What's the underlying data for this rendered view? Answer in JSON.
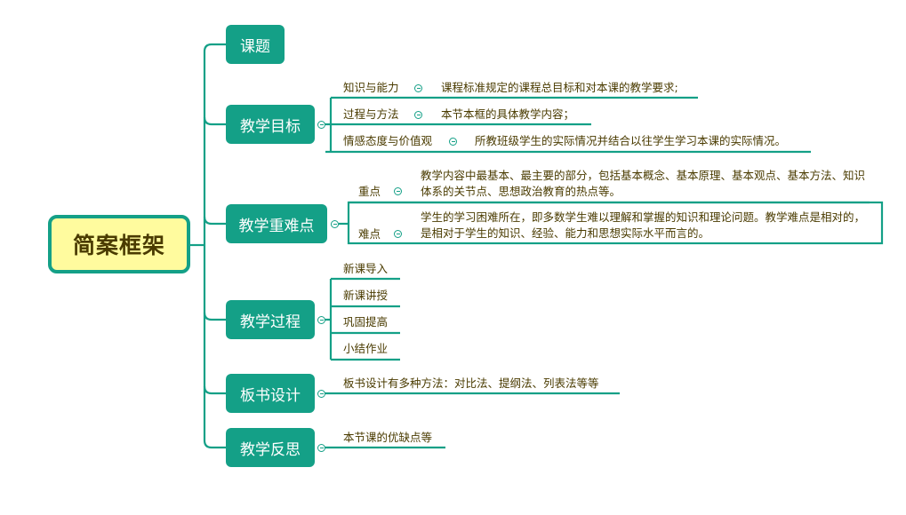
{
  "mindmap": {
    "root": {
      "label": "简案框架",
      "fill": "#fffb9e",
      "border": "#14a087"
    },
    "accent_color": "#14a087",
    "branches": [
      {
        "label": "课题",
        "children": []
      },
      {
        "label": "教学目标",
        "children": [
          {
            "label": "知识与能力",
            "detail": "课程标准规定的课程总目标和对本课的教学要求;"
          },
          {
            "label": "过程与方法",
            "detail": "本节本框的具体教学内容；"
          },
          {
            "label": "情感态度与价值观",
            "detail": "所教班级学生的实际情况并结合以往学生学习本课的实际情况。"
          }
        ]
      },
      {
        "label": "教学重难点",
        "children": [
          {
            "label": "重点",
            "detail": "教学内容中最基本、最主要的部分，包括基本概念、基本原理、基本观点、基本方法、知识体系的关节点、思想政治教育的热点等。"
          },
          {
            "label": "难点",
            "detail": "学生的学习困难所在，即多数学生难以理解和掌握的知识和理论问题。教学难点是相对的，是相对于学生的知识、经验、能力和思想实际水平而言的。"
          }
        ]
      },
      {
        "label": "教学过程",
        "children": [
          {
            "label": "新课导入"
          },
          {
            "label": "新课讲授"
          },
          {
            "label": "巩固提高"
          },
          {
            "label": "小结作业"
          }
        ]
      },
      {
        "label": "板书设计",
        "children": [
          {
            "label": "板书设计有多种方法：对比法、提纲法、列表法等等"
          }
        ]
      },
      {
        "label": "教学反思",
        "children": [
          {
            "label": "本节课的优缺点等"
          }
        ]
      }
    ]
  }
}
